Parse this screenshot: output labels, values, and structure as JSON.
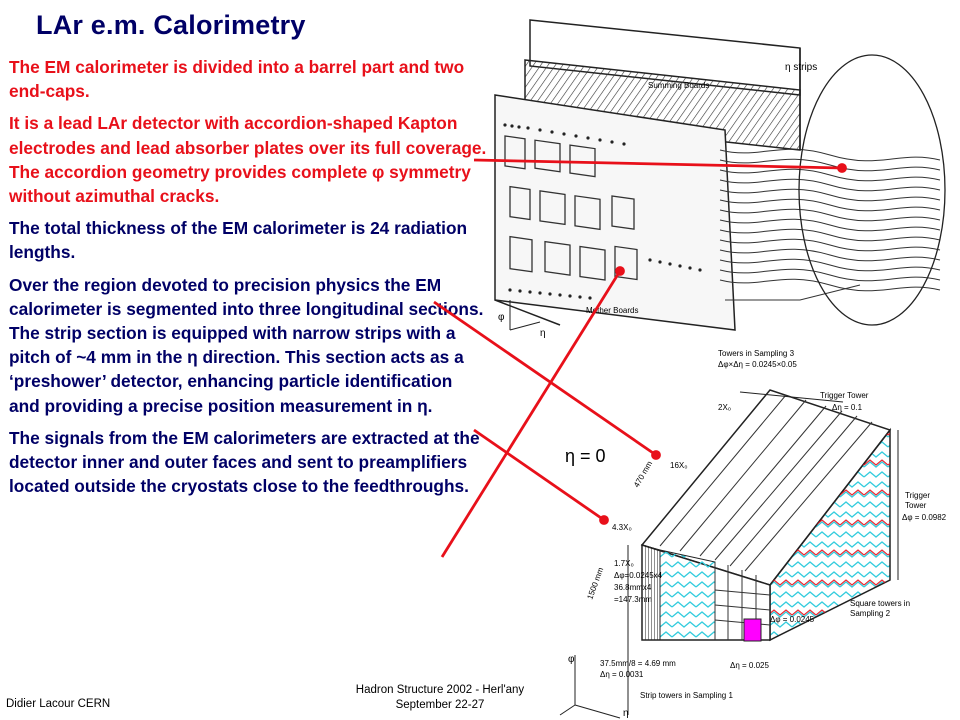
{
  "slide": {
    "title": "LAr e.m. Calorimetry",
    "paragraphs": [
      "The EM calorimeter  is divided into a barrel part and two end-caps.",
      "It is a lead LAr detector with accordion-shaped Kapton electrodes and lead absorber plates over its full coverage. The accordion geometry provides complete φ symmetry without azimuthal cracks.",
      "The total thickness of the EM calorimeter is 24 radiation lengths.",
      "Over the region devoted to precision physics the EM calorimeter is segmented into three longitudinal sections. The strip section is equipped with narrow strips with a pitch of ~4 mm in the η direction. This section acts as a ‘preshower’ detector, enhancing particle identification and providing a precise position measurement in η.",
      "The signals from the EM calorimeters are extracted at the detector inner and outer faces and sent to preamplifiers located outside the cryostats close to the feedthroughs."
    ]
  },
  "footer": {
    "author": "Didier Lacour CERN",
    "conference": "Hadron Structure 2002 - Herl'any",
    "dates": "September 22-27"
  },
  "figure_top": {
    "labels": {
      "strips": "η strips",
      "summing": "Summing Boards",
      "mother": "Mother Boards",
      "phi": "φ",
      "eta": "η"
    }
  },
  "figure_bottom": {
    "labels": {
      "towers3": "Towers in Sampling 3",
      "towers3_size": "Δφ×Δη = 0.0245×0.05",
      "trigger_top": "Trigger Tower",
      "trigger_top_deta": "Δη = 0.1",
      "eta_zero": "η = 0",
      "len_470": "470 mm",
      "x0_2": "2X₀",
      "x0_16": "16X₀",
      "x0_45": "4.3X₀",
      "len_1500": "1500 mm",
      "x0_17": "1.7X₀",
      "dphi_4x": "Δφ=0.0245x4",
      "mm_368": "36.8mmx4",
      "mm_147": "=147.3mm",
      "trigger_right_1": "Trigger",
      "trigger_right_2": "Tower",
      "trigger_right_dphi": "Δφ = 0.0982",
      "square_towers_1": "Square towers in",
      "square_towers_2": "Sampling 2",
      "dphi_00245": "Δφ = 0.0245",
      "deta_0025": "Δη = 0.025",
      "strip_pitch": "37.5mm/8 = 4.69 mm",
      "strip_deta": "Δη = 0.0031",
      "strip_towers": "Strip towers in Sampling 1",
      "phi": "φ",
      "eta": "η"
    }
  },
  "colors": {
    "title": "#000066",
    "highlight_text": "#e8101a",
    "pointer_lines": "#e8101a",
    "cyan_zigzag": "#33ccdd",
    "red_zigzag": "#e8101a",
    "magenta_cell": "#ff00ff"
  }
}
